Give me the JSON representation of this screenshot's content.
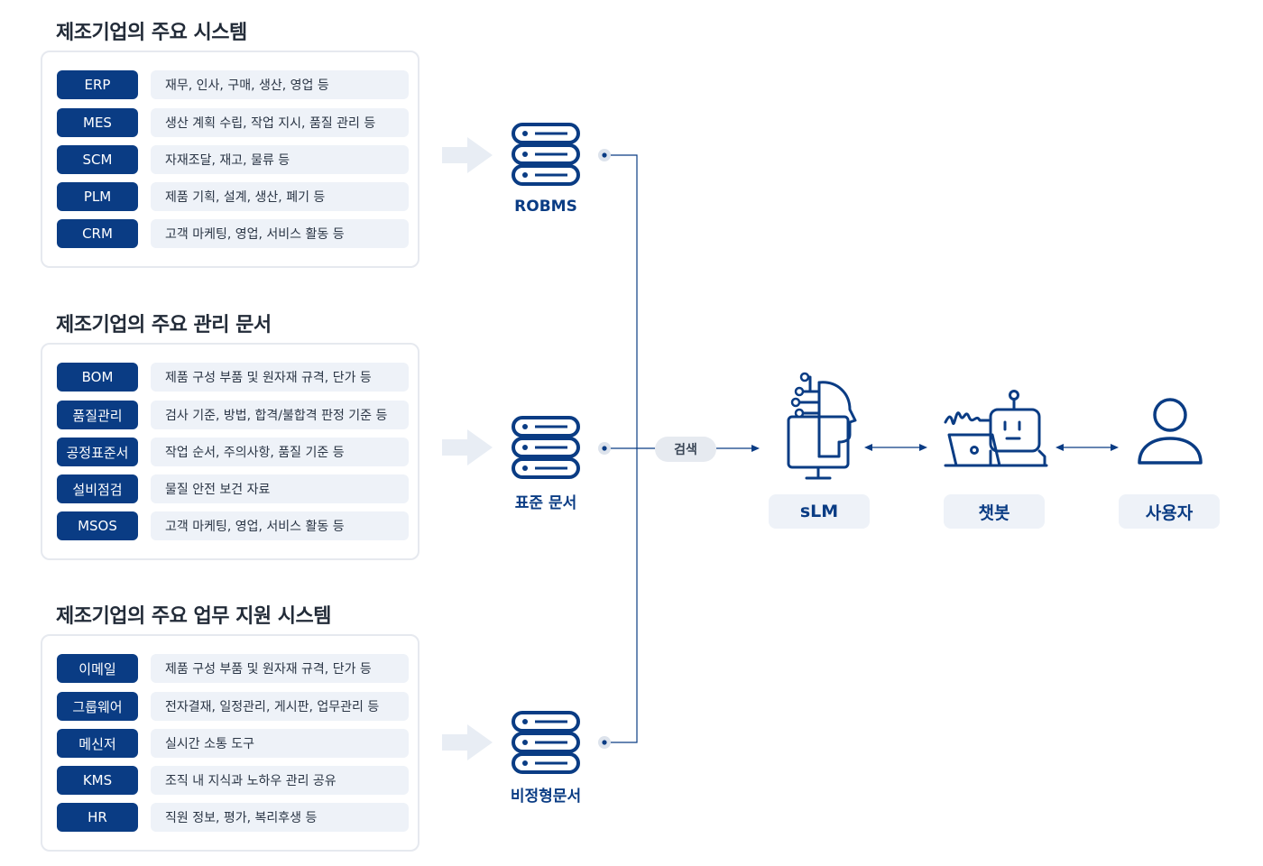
{
  "sections": [
    {
      "title": "제조기업의 주요 시스템",
      "items": [
        {
          "tag": "ERP",
          "desc": "재무, 인사, 구매,  생산, 영업 등"
        },
        {
          "tag": "MES",
          "desc": "생산 계획 수립, 작업 지시, 품질 관리 등"
        },
        {
          "tag": "SCM",
          "desc": "자재조달, 재고, 물류 등"
        },
        {
          "tag": "PLM",
          "desc": "제품 기획, 설계, 생산, 폐기 등"
        },
        {
          "tag": "CRM",
          "desc": "고객 마케팅, 영업, 서비스 활동 등"
        }
      ]
    },
    {
      "title": "제조기업의 주요 관리 문서",
      "items": [
        {
          "tag": "BOM",
          "desc": "제품 구성 부품 및 원자재 규격, 단가 등"
        },
        {
          "tag": "품질관리",
          "desc": "검사 기준, 방법, 합격/불합격 판정 기준 등"
        },
        {
          "tag": "공정표준서",
          "desc": "작업 순서, 주의사항, 품질 기준 등"
        },
        {
          "tag": "설비점검",
          "desc": "물질 안전 보건 자료"
        },
        {
          "tag": "MSOS",
          "desc": "고객 마케팅, 영업, 서비스 활동 등"
        }
      ]
    },
    {
      "title": "제조기업의 주요 업무 지원 시스템",
      "items": [
        {
          "tag": "이메일",
          "desc": "제품 구성 부품 및 원자재 규격, 단가 등"
        },
        {
          "tag": "그룹웨어",
          "desc": "전자결재, 일정관리, 게시판, 업무관리 등"
        },
        {
          "tag": "메신저",
          "desc": "실시간 소통 도구"
        },
        {
          "tag": "KMS",
          "desc": "조직 내 지식과 노하우 관리 공유"
        },
        {
          "tag": "HR",
          "desc": "직원 정보, 평가, 복리후생 등"
        }
      ]
    }
  ],
  "databases": [
    {
      "label": "ROBMS",
      "icon": "database-icon"
    },
    {
      "label": "표준 문서",
      "icon": "database-icon"
    },
    {
      "label": "비정형문서",
      "icon": "database-icon"
    }
  ],
  "search_label": "검색",
  "nodes": {
    "slm": {
      "label": "sLM",
      "icon": "ai-head-icon"
    },
    "chatbot": {
      "label": "챗봇",
      "icon": "robot-laptop-icon"
    },
    "user": {
      "label": "사용자",
      "icon": "user-icon"
    }
  },
  "colors": {
    "primary": "#0a3c84",
    "pill_bg": "#eef2f8",
    "arrow_light": "#e8edf4",
    "panel_border": "#e6e9ef"
  }
}
